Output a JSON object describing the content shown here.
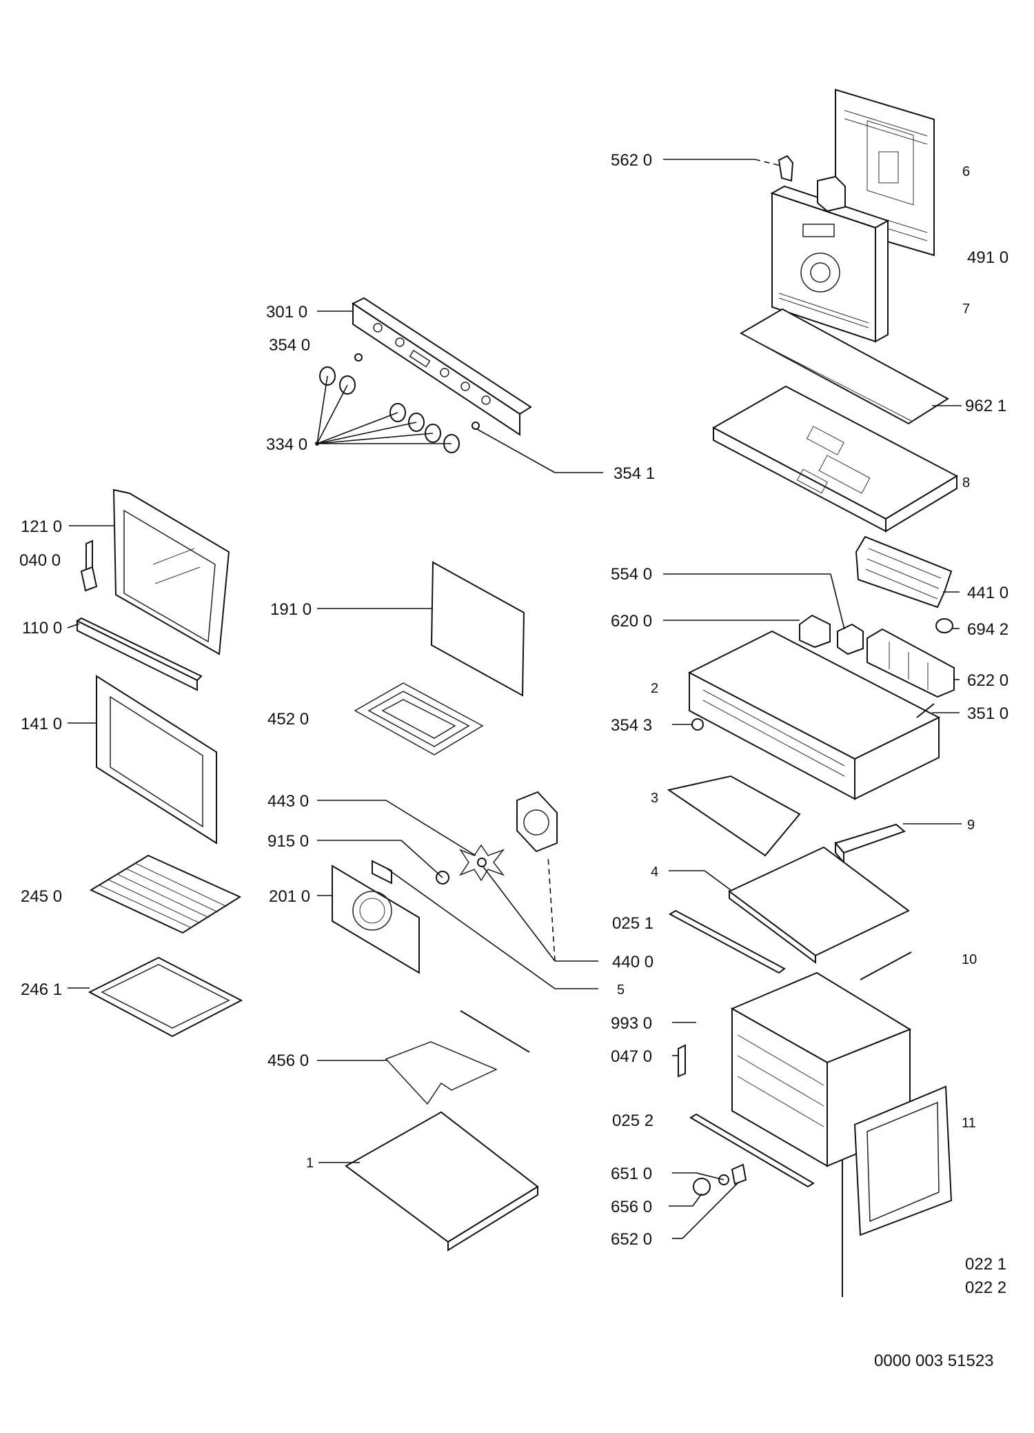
{
  "labels": {
    "l5620": "562 0",
    "l6": "6",
    "l4910": "491 0",
    "l7": "7",
    "l9621": "962 1",
    "l8": "8",
    "l3010": "301 0",
    "l3540": "354 0",
    "l3340": "334 0",
    "l3541": "354 1",
    "l1210": "121 0",
    "l0400": "040 0",
    "l1100": "110 0",
    "l1410": "141 0",
    "l2450": "245 0",
    "l2461": "246 1",
    "l1910": "191 0",
    "l4520": "452 0",
    "l4430": "443 0",
    "l9150": "915 0",
    "l2010": "201 0",
    "l4400": "440 0",
    "l5": "5",
    "l4560": "456 0",
    "l1": "1",
    "l5540": "554 0",
    "l6200": "620 0",
    "l4410": "441 0",
    "l6942": "694 2",
    "l6220": "622 0",
    "l2": "2",
    "l3543": "354 3",
    "l3510": "351 0",
    "l3": "3",
    "l9": "9",
    "l4": "4",
    "l0251": "025 1",
    "l10": "10",
    "l9930": "993 0",
    "l0470": "047 0",
    "l0252": "025 2",
    "l11": "11",
    "l6510": "651 0",
    "l6560": "656 0",
    "l6520": "652 0",
    "l0221": "022 1",
    "l0222": "022 2",
    "docnum": "0000 003 51523"
  }
}
